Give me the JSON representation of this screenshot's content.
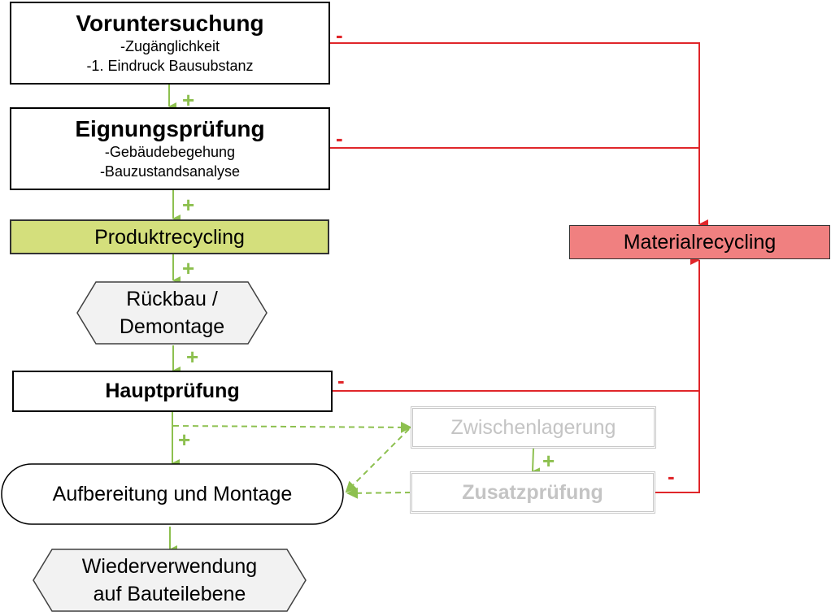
{
  "nodes": {
    "voruntersuchung": {
      "title": "Voruntersuchung",
      "items": [
        "-Zugänglichkeit",
        "-1. Eindruck Bausubstanz"
      ]
    },
    "eignungspruefung": {
      "title": "Eignungsprüfung",
      "items": [
        "-Gebäudebegehung",
        "-Bauzustandsanalyse"
      ]
    },
    "produktrecycling": {
      "label": "Produktrecycling"
    },
    "rueckbau": {
      "lines": [
        "Rückbau /",
        "Demontage"
      ]
    },
    "hauptpruefung": {
      "label": "Hauptprüfung"
    },
    "aufbereitung": {
      "label": "Aufbereitung und Montage"
    },
    "wiederverwendung": {
      "lines": [
        "Wiederverwendung",
        "auf Bauteilebene"
      ]
    },
    "zwischenlagerung": {
      "label": "Zwischenlagerung"
    },
    "zusatzpruefung": {
      "label": "Zusatzprüfung"
    },
    "materialrecycling": {
      "label": "Materialrecycling"
    }
  },
  "signs": {
    "plus": "+",
    "minus": "-"
  },
  "colors": {
    "positive": "#8dc04f",
    "negative": "#e0262a",
    "produktrecycling_fill": "#d4df7c",
    "materialrecycling_fill": "#f08080",
    "shape_fill": "#f2f2f2",
    "inactive": "#c4c4c4"
  }
}
